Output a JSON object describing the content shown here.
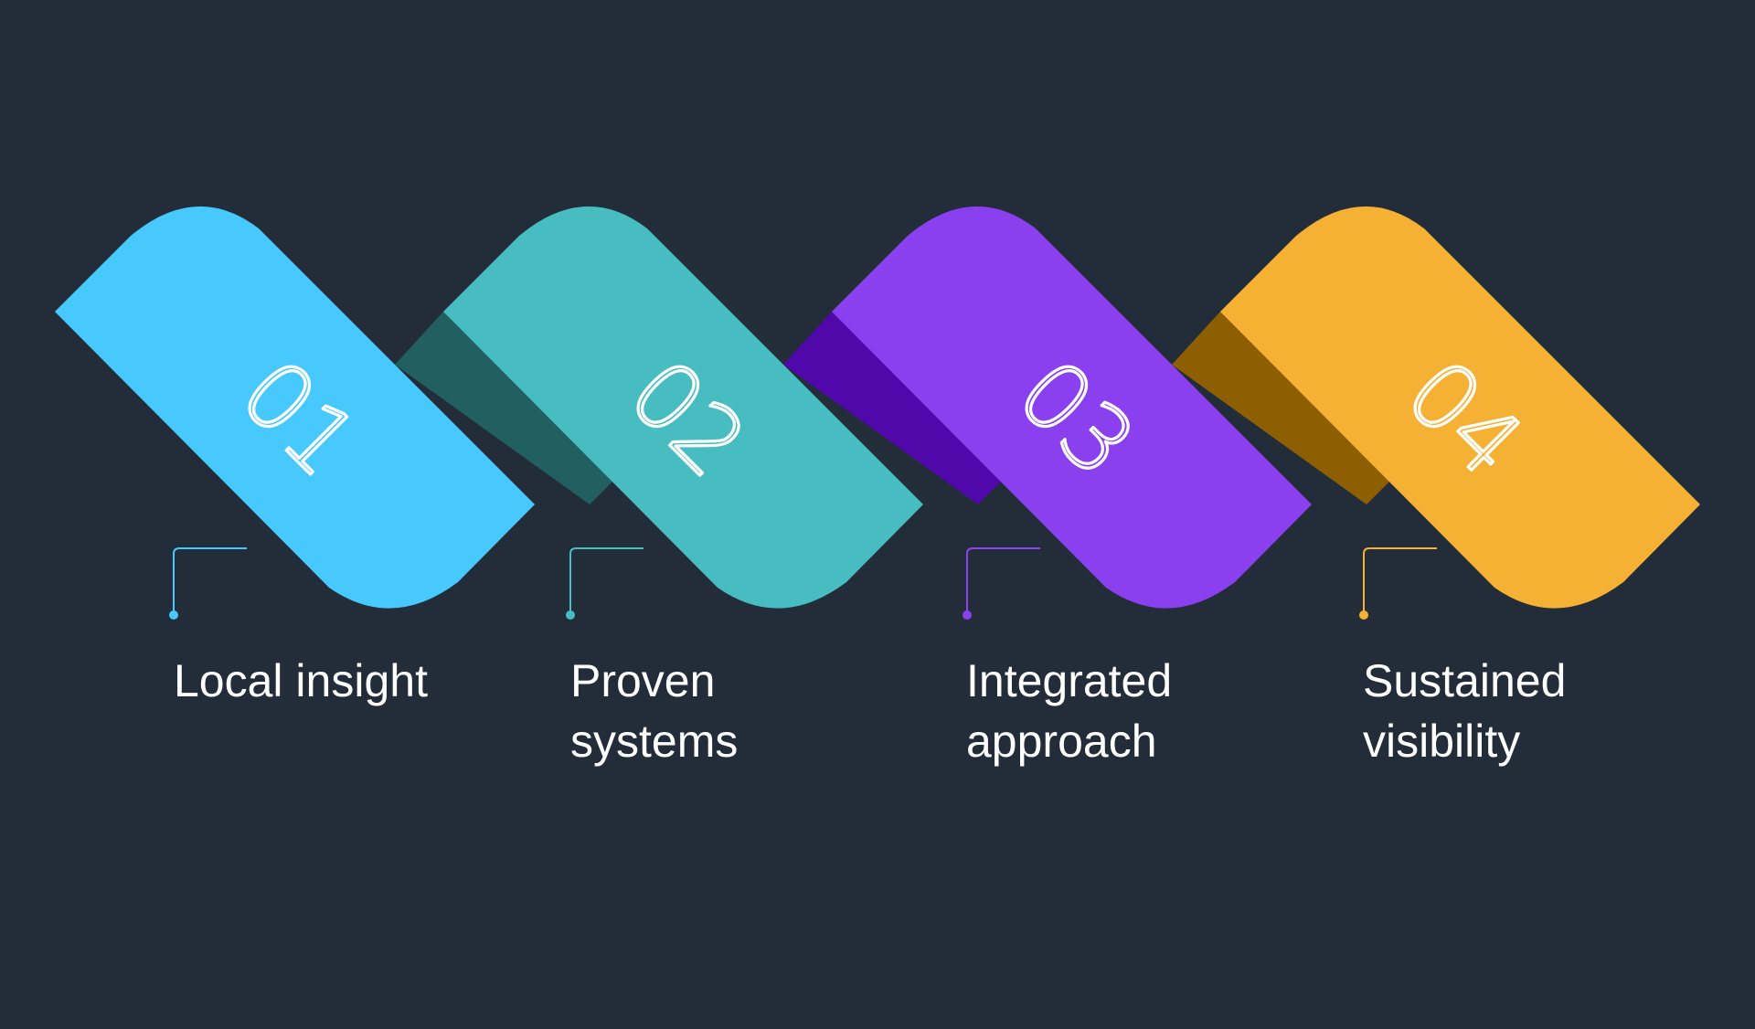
{
  "colors": {
    "background": "#222d39"
  },
  "steps": [
    {
      "number": "01",
      "label": "Local insight",
      "color": "#48c9fd",
      "link_color": "#225f60"
    },
    {
      "number": "02",
      "label": "Proven\nsystems",
      "color": "#48bdc1",
      "link_color": "#5108ab"
    },
    {
      "number": "03",
      "label": "Integrated\napproach",
      "color": "#8b40f0",
      "link_color": "#8e5e03"
    },
    {
      "number": "04",
      "label": "Sustained\nvisibility",
      "color": "#f5b133"
    }
  ]
}
